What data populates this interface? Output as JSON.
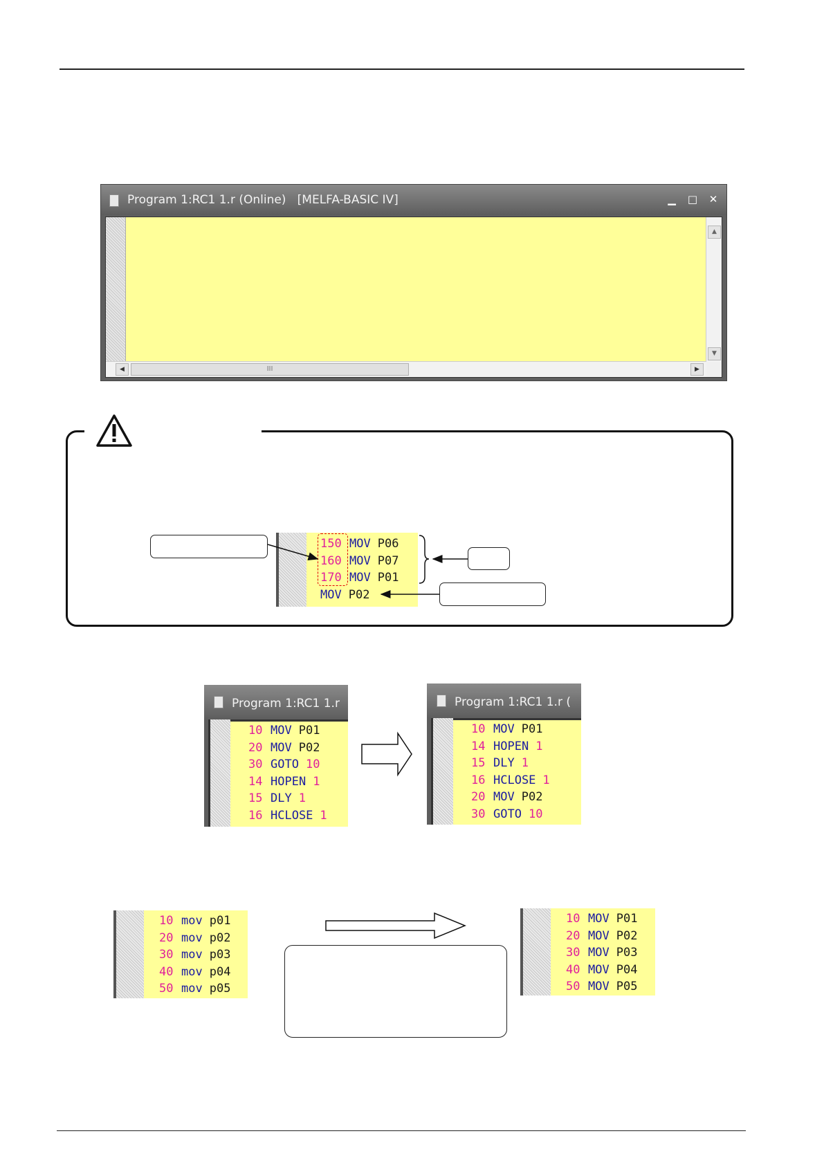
{
  "editor": {
    "title": "Program 1:RC1 1.r (Online)   [MELFA-BASIC ⅠV]",
    "minimize_icon": "minimize-icon",
    "maximize_icon": "maximize-icon",
    "close_icon": "close-icon",
    "scroll_thumb_grip": "III"
  },
  "caution": {
    "icon": "warning-triangle-icon",
    "snippet": {
      "lines": [
        {
          "num": "150",
          "cmd": "MOV",
          "arg": "P06"
        },
        {
          "num": "160",
          "cmd": "MOV",
          "arg": "P07"
        },
        {
          "num": "170",
          "cmd": "MOV",
          "arg": "P01"
        },
        {
          "num": "",
          "cmd": "MOV",
          "arg": "P02"
        }
      ]
    }
  },
  "sort_example": {
    "before_title": "Program 1:RC1 1.r",
    "after_title": "Program 1:RC1 1.r (",
    "before": [
      {
        "num": "10",
        "cmd": "MOV",
        "arg": "P01",
        "argnum": false
      },
      {
        "num": "20",
        "cmd": "MOV",
        "arg": "P02",
        "argnum": false
      },
      {
        "num": "30",
        "cmd": "GOTO",
        "arg": "10",
        "argnum": true
      },
      {
        "num": "14",
        "cmd": "HOPEN",
        "arg": "1",
        "argnum": true
      },
      {
        "num": "15",
        "cmd": "DLY",
        "arg": "1",
        "argnum": true
      },
      {
        "num": "16",
        "cmd": "HCLOSE",
        "arg": "1",
        "argnum": true
      }
    ],
    "after": [
      {
        "num": "10",
        "cmd": "MOV",
        "arg": "P01",
        "argnum": false
      },
      {
        "num": "14",
        "cmd": "HOPEN",
        "arg": "1",
        "argnum": true
      },
      {
        "num": "15",
        "cmd": "DLY",
        "arg": "1",
        "argnum": true
      },
      {
        "num": "16",
        "cmd": "HCLOSE",
        "arg": "1",
        "argnum": true
      },
      {
        "num": "20",
        "cmd": "MOV",
        "arg": "P02",
        "argnum": false
      },
      {
        "num": "30",
        "cmd": "GOTO",
        "arg": "10",
        "argnum": true
      }
    ]
  },
  "case_example": {
    "before": [
      {
        "num": "10",
        "cmd": "mov",
        "arg": "p01"
      },
      {
        "num": "20",
        "cmd": "mov",
        "arg": "p02"
      },
      {
        "num": "30",
        "cmd": "mov",
        "arg": "p03"
      },
      {
        "num": "40",
        "cmd": "mov",
        "arg": "p04"
      },
      {
        "num": "50",
        "cmd": "mov",
        "arg": "p05"
      }
    ],
    "after": [
      {
        "num": "10",
        "cmd": "MOV",
        "arg": "P01"
      },
      {
        "num": "20",
        "cmd": "MOV",
        "arg": "P02"
      },
      {
        "num": "30",
        "cmd": "MOV",
        "arg": "P03"
      },
      {
        "num": "40",
        "cmd": "MOV",
        "arg": "P04"
      },
      {
        "num": "50",
        "cmd": "MOV",
        "arg": "P05"
      }
    ]
  }
}
